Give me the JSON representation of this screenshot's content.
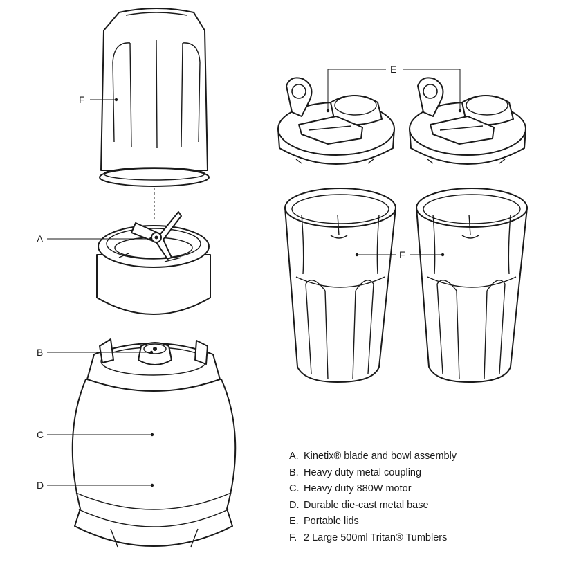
{
  "callouts": {
    "a": "A",
    "b": "B",
    "c": "C",
    "d": "D",
    "e": "E",
    "f_top": "F",
    "f_right": "F"
  },
  "legend": [
    {
      "key": "A.",
      "text": "Kinetix® blade and bowl assembly"
    },
    {
      "key": "B.",
      "text": "Heavy duty metal coupling"
    },
    {
      "key": "C.",
      "text": "Heavy duty 880W motor"
    },
    {
      "key": "D.",
      "text": "Durable die-cast metal base"
    },
    {
      "key": "E.",
      "text": "Portable lids"
    },
    {
      "key": "F.",
      "text": "2 Large 500ml Tritan® Tumblers"
    }
  ]
}
